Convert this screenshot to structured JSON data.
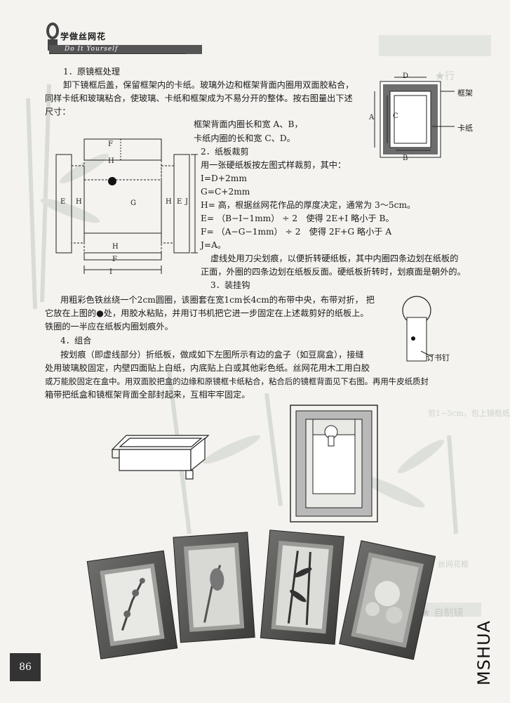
{
  "header": {
    "title": "学做丝网花",
    "subtitle": "Do It Yourself"
  },
  "page_number": "86",
  "watermark": "MSHUA",
  "sections": {
    "s1": {
      "heading": "1．原镜框处理",
      "lines": [
        "卸下镜框后盖，保留框架内的卡纸。玻璃外边和框架背面内圈用双面胶粘合，",
        "同样卡纸和玻璃粘合，使玻璃、卡纸和框架成为不易分开的整体。按右图量出下述",
        "尺寸："
      ],
      "lines_b": [
        "框架背面内圈长和宽 A、B，",
        "卡纸内圈的长和宽 C、D。"
      ]
    },
    "s2": {
      "heading": "2．纸板裁剪",
      "lines": [
        "用一张硬纸板按左图式样裁剪，其中：",
        "I=D+2mm",
        "G=C+2mm",
        "H= 高，根据丝网花作品的厚度决定，通常为 3～5cm。",
        "E= （B−I−1mm） ÷ 2　使得 2E+I 略小于 B。",
        "F= （A−G−1mm） ÷ 2　使得 2F+G 略小于 A",
        "J=A。",
        "虚线处用刀尖划痕，以便折转硬纸板，其中内圈四条边划在纸板的",
        "正面，外圈的四条边划在纸板反面。硬纸板折转时，划痕面是朝外的。"
      ]
    },
    "s3": {
      "heading": "3．装挂钩",
      "lines": [
        "用粗彩色铁丝绕一个2cm圆圈，该圈套在宽1cm长4cm的布带中央，布带对折， 把",
        "它放在上图的●处，用胶水粘贴，并用订书机把它进一步固定在上述裁剪好的纸板上。",
        "铁圈的一半应在纸板内圈划痕外。"
      ]
    },
    "s4": {
      "heading": "4．组合",
      "lines": [
        "按划痕（即虚线部分）折纸板，做成如下左图所示有边的盒子（如豆腐盒），接缝",
        "处用玻璃胶固定，内壁四面贴上白纸，内底贴上白或其他彩色纸。丝网花用木工用白胶",
        "或万能胶固定在盒中。用双面胶把盒的边缘和原镜框卡纸粘合，粘合后的镜框背面见下右图。再用牛皮纸质封",
        "箱带把纸盒和镜框架背面全部封起来，互相牢牢固定。"
      ]
    }
  },
  "diagram_frame": {
    "labels": {
      "A": "A",
      "B": "B",
      "C": "C",
      "D": "D"
    },
    "frame_label": "框架",
    "card_label": "卡纸"
  },
  "diagram_cut": {
    "labels": {
      "E": "E",
      "F": "F",
      "G": "G",
      "H": "H",
      "I": "I",
      "J": "J"
    }
  },
  "diagram_hook": {
    "label": "订书钉"
  },
  "bleed_text": [
    "★ 自制镜",
    "4．丝网花框",
    "剪1−5cm，包上镜框纸"
  ]
}
